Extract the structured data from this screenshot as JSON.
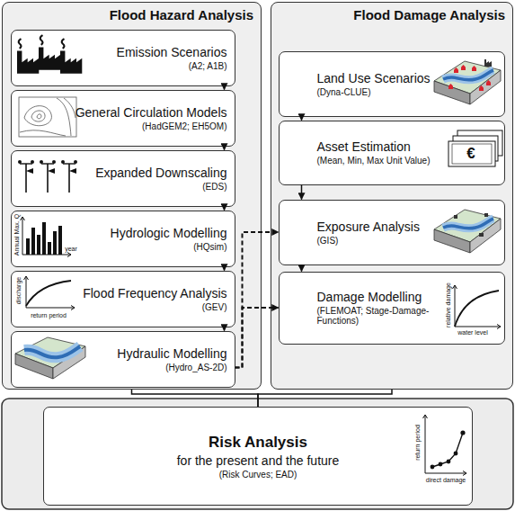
{
  "diagram": {
    "nodes": [
      {
        "text": [
          "Flood Hazard Analysis"
        ]
      },
      {
        "text": [
          "Emission Scenarios",
          "(A2; A1B)"
        ],
        "in": 0
      },
      {
        "text": [
          "General Circulation Models",
          "(HadGEM2; EH5OM)"
        ],
        "in": 0
      },
      {
        "text": [
          "Expanded Downscaling",
          "(EDS)"
        ],
        "in": 0
      },
      {
        "text": [
          "Hydrologic Modelling",
          "(HQsim)"
        ],
        "in": 0
      },
      {
        "text": [
          "Flood Frequency Analysis",
          "(GEV)"
        ],
        "in": 0
      },
      {
        "text": [
          "Hydraulic Modelling",
          "(Hydro_AS-2D)"
        ],
        "in": 0
      },
      {
        "text": [
          "Flood Damage Analysis"
        ]
      },
      {
        "text": [
          "Land Use Scenarios",
          "(Dyna-CLUE)"
        ],
        "in": 7
      },
      {
        "text": [
          "Asset Estimation",
          "(Mean, Min, Max Unit Value)"
        ],
        "in": 7
      },
      {
        "text": [
          "Exposure Analysis",
          "(GIS)"
        ],
        "in": 7
      },
      {
        "text": [
          "Damage Modelling",
          "(FLEMOAT; Stage-Damage-Functions)"
        ],
        "in": 7
      },
      {
        "text": [
          "Risk Analysis",
          "for the present and the future",
          "(Risk Curves; EAD)"
        ]
      }
    ],
    "edges": [
      {
        "from": 1,
        "to": 2,
        "arrow": "to"
      },
      {
        "from": 2,
        "to": 3,
        "arrow": "to"
      },
      {
        "from": 3,
        "to": 4,
        "arrow": "to"
      },
      {
        "from": 4,
        "to": 5,
        "arrow": "to"
      },
      {
        "from": 5,
        "to": 6,
        "arrow": "to"
      },
      {
        "from": 8,
        "to": 9,
        "arrow": "to"
      },
      {
        "from": 9,
        "to": 10,
        "arrow": "to"
      },
      {
        "from": 10,
        "to": 11,
        "arrow": "to"
      },
      {
        "from": 6,
        "to": 10,
        "arrow": "to"
      },
      {
        "from": 6,
        "to": 11,
        "arrow": "to"
      },
      {
        "from": 0,
        "to": 12,
        "arrow": "none"
      },
      {
        "from": 7,
        "to": 12,
        "arrow": "none"
      }
    ],
    "labels": [
      "Annual Max. Q",
      "year",
      "discharge",
      "return period",
      "€",
      "relative damage",
      "water level",
      "return period",
      "direct damage"
    ]
  }
}
